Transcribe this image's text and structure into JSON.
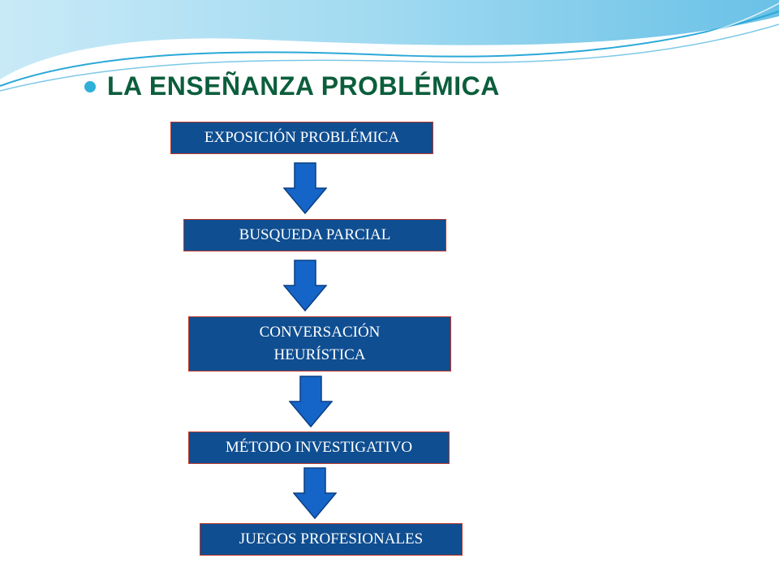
{
  "slide": {
    "title": "LA ENSEÑANZA PROBLÉMICA"
  },
  "flow": {
    "steps": [
      {
        "label": "EXPOSICIÓN PROBLÉMICA"
      },
      {
        "label": "BUSQUEDA  PARCIAL"
      },
      {
        "label": "CONVERSACIÓN HEURÍSTICA"
      },
      {
        "label": "MÉTODO INVESTIGATIVO"
      },
      {
        "label": "JUEGOS PROFESIONALES"
      }
    ]
  },
  "colors": {
    "box_fill": "#0f4e91",
    "box_border": "#c0392b",
    "arrow_fill": "#1565c8",
    "title_color": "#0b5e3c",
    "bullet_color": "#2fb0d8"
  }
}
